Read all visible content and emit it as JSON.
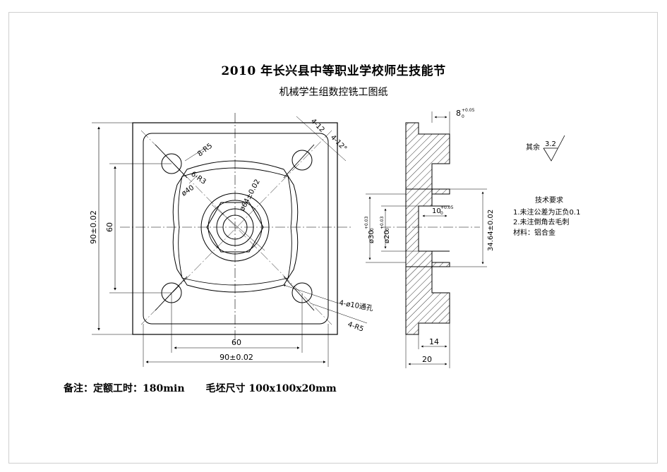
{
  "document": {
    "title": "2010 年长兴县中等职业学校师生技能节",
    "subtitle": "机械学生组数控铣工图纸"
  },
  "front_view": {
    "dimensions": {
      "overall_width": "90±0.02",
      "overall_height": "90±0.02",
      "hole_spacing_x": "60",
      "hole_spacing_y": "60",
      "corner_radius_8": "8-R5",
      "corner_radius_6": "6-R3",
      "inner_dia_40": "ø40",
      "boss_dia": "ø64±0.02",
      "chamfer_1": "4-12",
      "chamfer_2": "4-12°",
      "through_holes": "4-ø10通孔",
      "outer_radius": "4-R5"
    }
  },
  "section_view": {
    "dimensions": {
      "top_height": "8",
      "top_tol": "+0.05",
      "top_tol_low": "0",
      "bore_depth": "10",
      "bore_tol": "+0.05",
      "bore_tol_low": "0",
      "dia_30": "ø30",
      "dia_30_tol": "+0.03",
      "dia_30_tol_low": "0",
      "dia_20": "ø20",
      "dia_20_tol": "+0.03",
      "dia_20_tol_low": "0",
      "dim_34_64": "34.64±0.02",
      "step_14": "14",
      "total_20": "20"
    }
  },
  "surface_finish": {
    "label": "其余",
    "value": "3.2"
  },
  "tech_requirements": {
    "heading": "技术要求",
    "items": [
      "1.未注公差为正负0.1",
      "2.未注倒角去毛刺",
      "材料：铝合金"
    ]
  },
  "footer_note": {
    "label": "备注：定额工时：",
    "time": "180min",
    "blank_label": "毛坯尺寸",
    "blank_size": "100x100x20mm"
  }
}
